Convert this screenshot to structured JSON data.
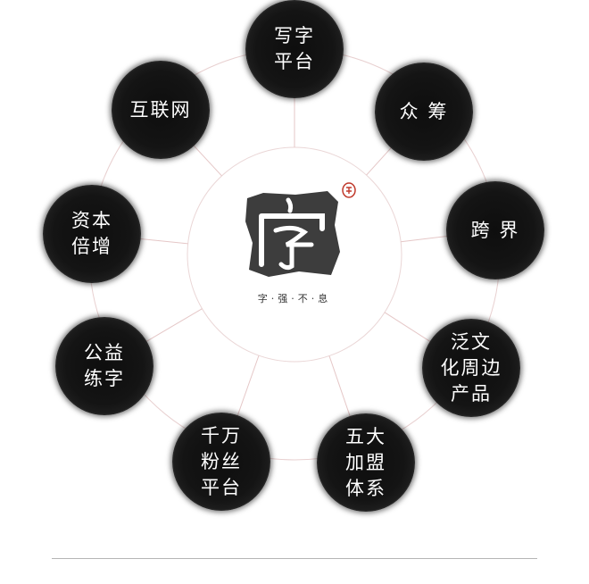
{
  "center": {
    "logo_char": "字",
    "motto": "字·强·不·息",
    "seal_char": "字"
  },
  "nodes": [
    {
      "id": "writing-platform",
      "label": "写字\n平台"
    },
    {
      "id": "crowdfunding",
      "label": "众 筹"
    },
    {
      "id": "crossover",
      "label": "跨 界"
    },
    {
      "id": "pan-culture-products",
      "label": "泛文\n化周边\n产品"
    },
    {
      "id": "five-alliances",
      "label": "五大\n加盟\n体系"
    },
    {
      "id": "fan-platform",
      "label": "千万\n粉丝\n平台"
    },
    {
      "id": "charity-writing",
      "label": "公益\n练字"
    },
    {
      "id": "capital-growth",
      "label": "资本\n倍增"
    },
    {
      "id": "internet",
      "label": "互联网"
    }
  ],
  "colors": {
    "node_fill": "#111111",
    "connector": "#e5c7c7",
    "seal": "#3a3a3a",
    "seal_accent": "#c0392b"
  }
}
